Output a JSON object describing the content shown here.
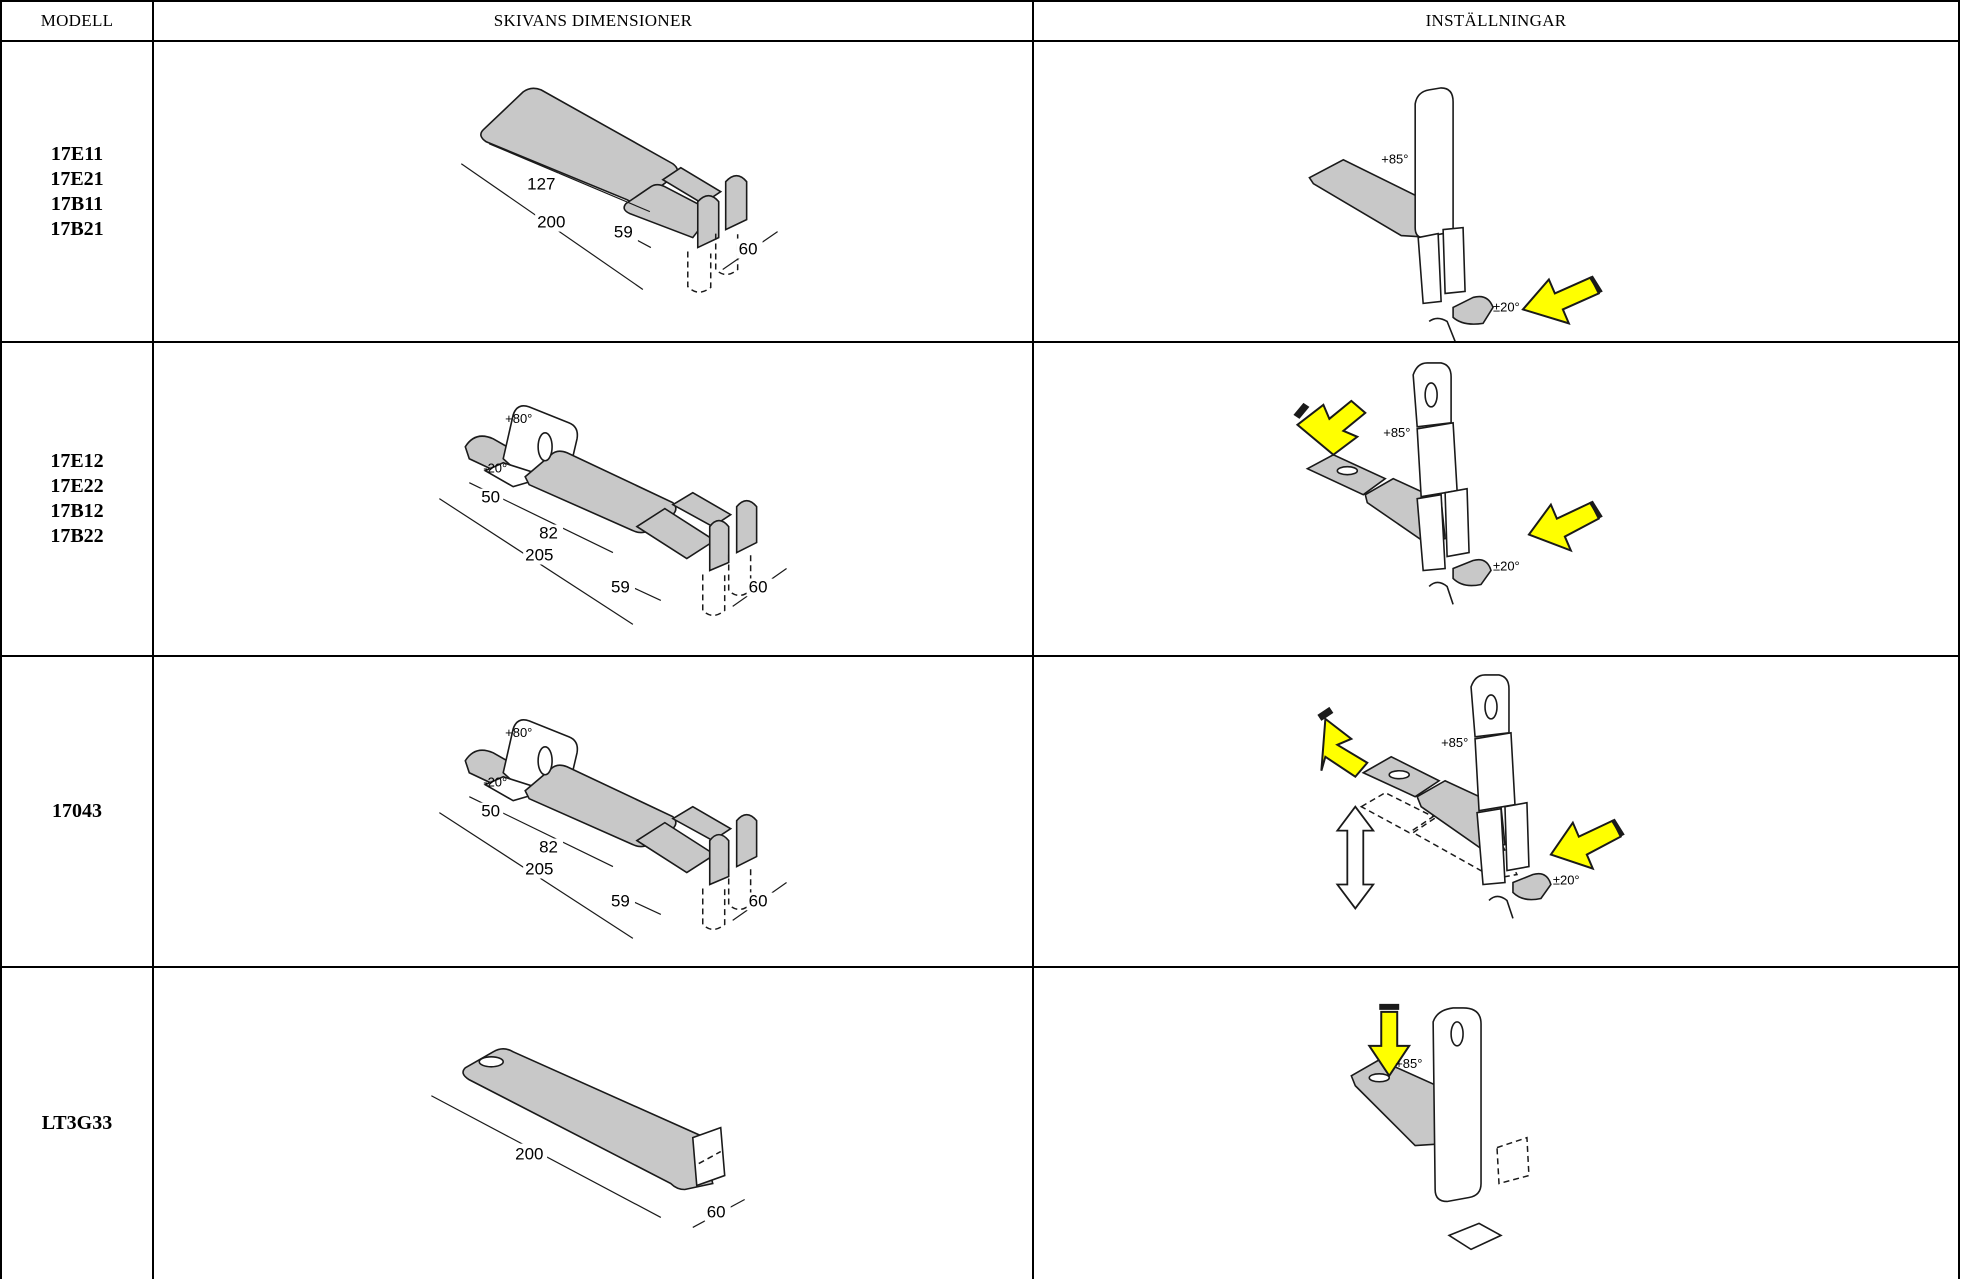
{
  "headers": {
    "model": "MODELL",
    "dimensions": "SKIVANS DIMENSIONER",
    "settings": "INSTÄLLNINGAR"
  },
  "rows": [
    {
      "models": [
        "17E11",
        "17E21",
        "17B11",
        "17B21"
      ],
      "dimensions": {
        "d1": "127",
        "d2": "200",
        "d3": "59",
        "d4": "60"
      },
      "settings": {
        "angle_back": "+85°",
        "angle_leg": "±20°"
      }
    },
    {
      "models": [
        "17E12",
        "17E22",
        "17B12",
        "17B22"
      ],
      "dimensions": {
        "a1": "+80°",
        "a2": "-20°",
        "d1": "50",
        "d2": "82",
        "d3": "205",
        "d4": "59",
        "d5": "60"
      },
      "settings": {
        "angle_back": "+85°",
        "angle_leg": "±20°"
      }
    },
    {
      "models": [
        "17043"
      ],
      "dimensions": {
        "a1": "+80°",
        "a2": "-20°",
        "d1": "50",
        "d2": "82",
        "d3": "205",
        "d4": "59",
        "d5": "60"
      },
      "settings": {
        "angle_back": "+85°",
        "angle_leg": "±20°"
      }
    },
    {
      "models": [
        "LT3G33"
      ],
      "dimensions": {
        "d1": "200",
        "d2": "60"
      },
      "settings": {
        "angle_back": "+85°"
      }
    }
  ]
}
